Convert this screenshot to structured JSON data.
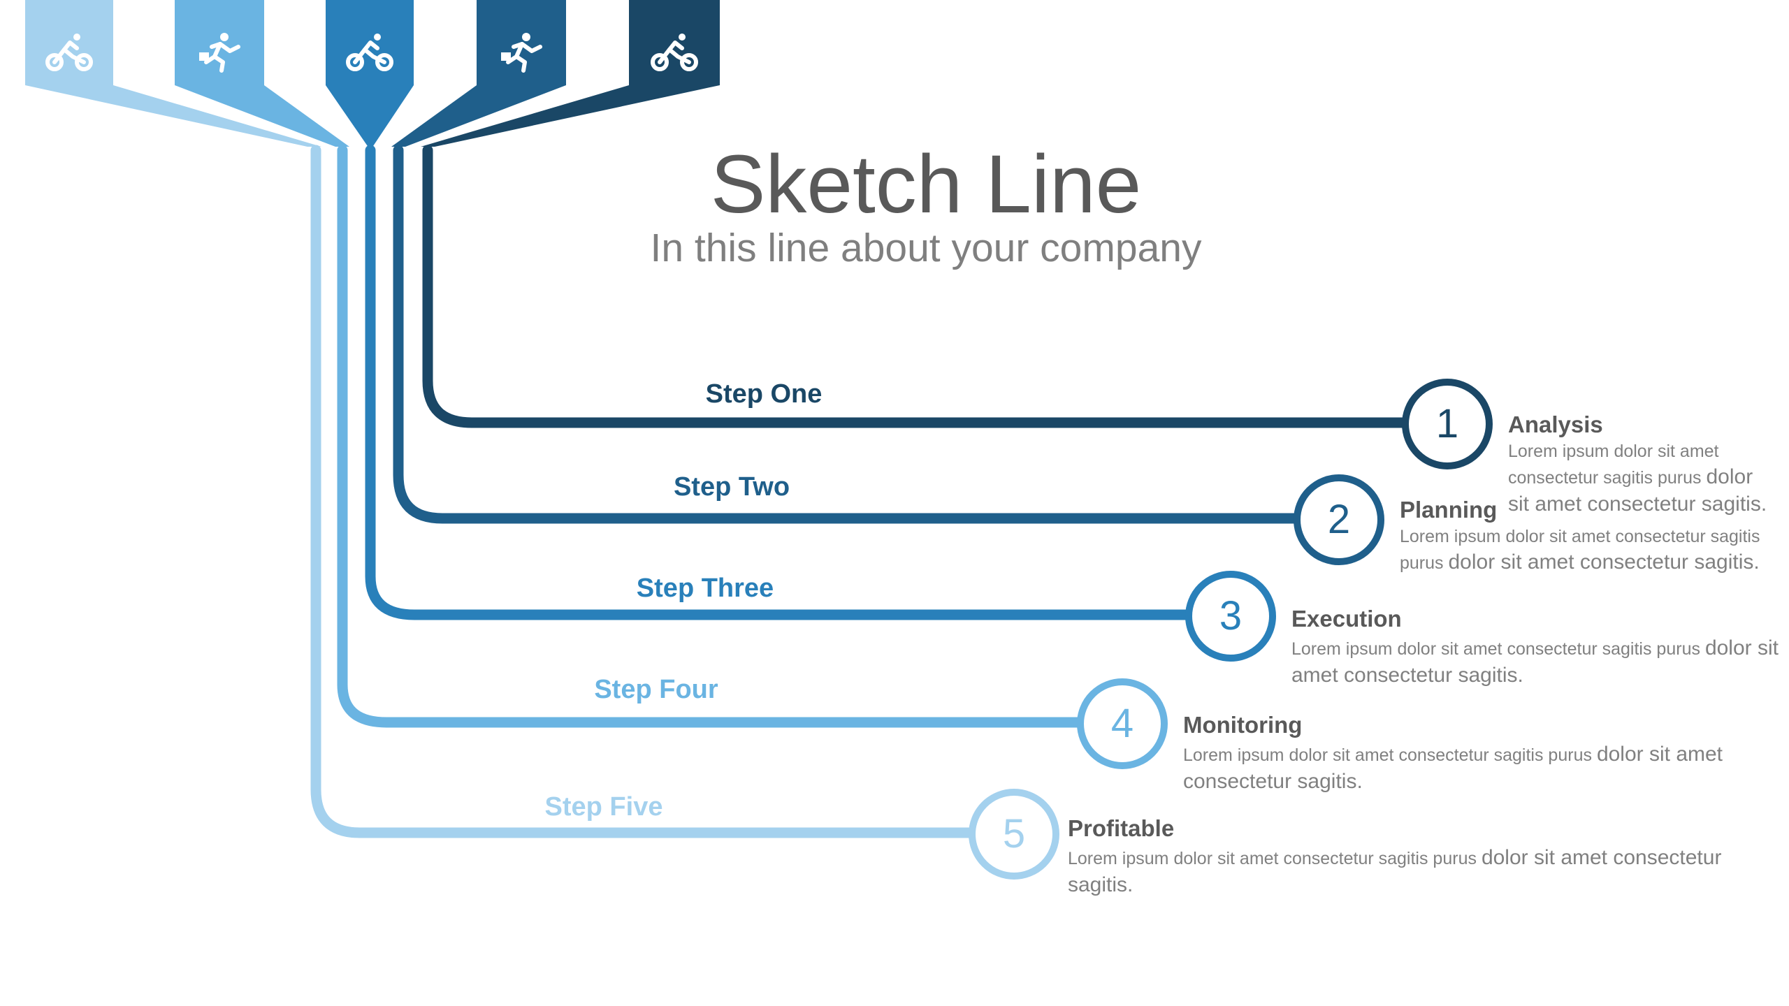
{
  "title": "Sketch Line",
  "subtitle": "In this line about your company",
  "colors": {
    "step1": "#1a4766",
    "step2": "#1f5f8b",
    "step3": "#2980ba",
    "step4": "#6ab4e2",
    "step5": "#a4d1ee",
    "title": "#595959",
    "body": "#808080"
  },
  "icons": [
    "bicycle-icon",
    "runner-icon",
    "bicycle-icon",
    "runner-icon",
    "bicycle-icon"
  ],
  "steps": [
    {
      "label": "Step One",
      "number": "1",
      "heading": "Analysis",
      "text_small": "Lorem ipsum dolor sit amet consectetur sagitis purus",
      "text_large": "dolor sit amet consectetur sagitis."
    },
    {
      "label": "Step Two",
      "number": "2",
      "heading": "Planning",
      "text_small": "Lorem ipsum dolor sit amet consectetur sagitis purus",
      "text_large": "dolor sit amet consectetur sagitis."
    },
    {
      "label": "Step Three",
      "number": "3",
      "heading": "Execution",
      "text_small": "Lorem ipsum dolor sit amet consectetur sagitis purus",
      "text_large": "dolor sit amet consectetur sagitis."
    },
    {
      "label": "Step Four",
      "number": "4",
      "heading": "Monitoring",
      "text_small": "Lorem ipsum dolor sit amet consectetur sagitis purus",
      "text_large": "dolor sit amet consectetur sagitis."
    },
    {
      "label": "Step Five",
      "number": "5",
      "heading": "Profitable",
      "text_small": "Lorem ipsum dolor sit amet consectetur sagitis purus",
      "text_large": "dolor sit amet consectetur sagitis."
    }
  ]
}
